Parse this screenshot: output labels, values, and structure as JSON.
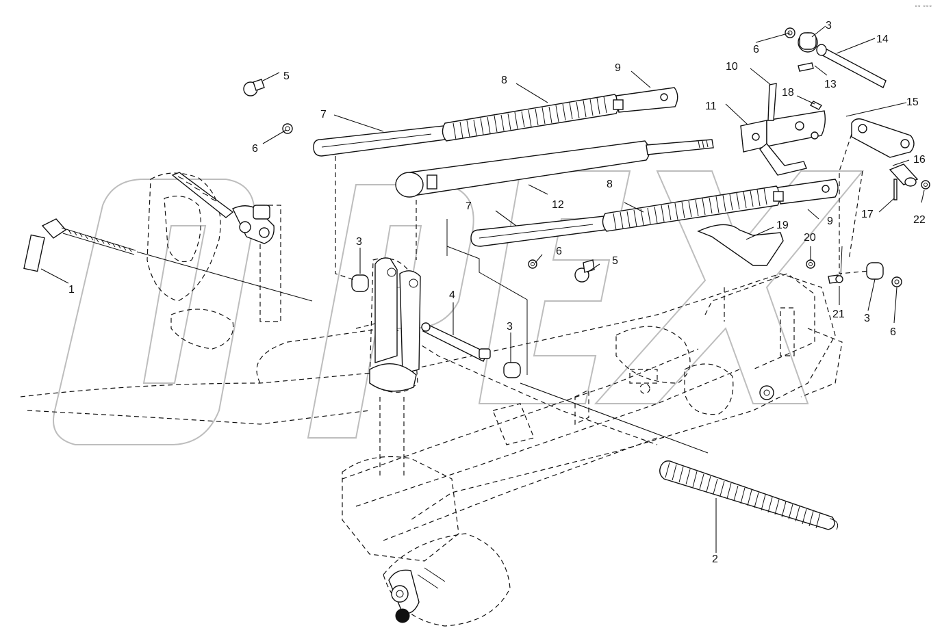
{
  "watermark": {
    "text": "OPEX",
    "color": "#bdbdbd"
  },
  "corner_mark": "°° °°°",
  "callouts": [
    {
      "id": "c1",
      "label": "1"
    },
    {
      "id": "c2",
      "label": "2"
    },
    {
      "id": "c3a",
      "label": "3"
    },
    {
      "id": "c3b",
      "label": "3"
    },
    {
      "id": "c3c",
      "label": "3"
    },
    {
      "id": "c3d",
      "label": "3"
    },
    {
      "id": "c4",
      "label": "4"
    },
    {
      "id": "c5a",
      "label": "5"
    },
    {
      "id": "c5b",
      "label": "5"
    },
    {
      "id": "c6a",
      "label": "6"
    },
    {
      "id": "c6b",
      "label": "6"
    },
    {
      "id": "c6c",
      "label": "6"
    },
    {
      "id": "c6d",
      "label": "6"
    },
    {
      "id": "c7a",
      "label": "7"
    },
    {
      "id": "c7b",
      "label": "7"
    },
    {
      "id": "c8a",
      "label": "8"
    },
    {
      "id": "c8b",
      "label": "8"
    },
    {
      "id": "c9a",
      "label": "9"
    },
    {
      "id": "c9b",
      "label": "9"
    },
    {
      "id": "c10",
      "label": "10"
    },
    {
      "id": "c11",
      "label": "11"
    },
    {
      "id": "c12",
      "label": "12"
    },
    {
      "id": "c13",
      "label": "13"
    },
    {
      "id": "c14",
      "label": "14"
    },
    {
      "id": "c15",
      "label": "15"
    },
    {
      "id": "c16",
      "label": "16"
    },
    {
      "id": "c17",
      "label": "17"
    },
    {
      "id": "c18",
      "label": "18"
    },
    {
      "id": "c19",
      "label": "19"
    },
    {
      "id": "c20",
      "label": "20"
    },
    {
      "id": "c21",
      "label": "21"
    },
    {
      "id": "c22",
      "label": "22"
    }
  ]
}
